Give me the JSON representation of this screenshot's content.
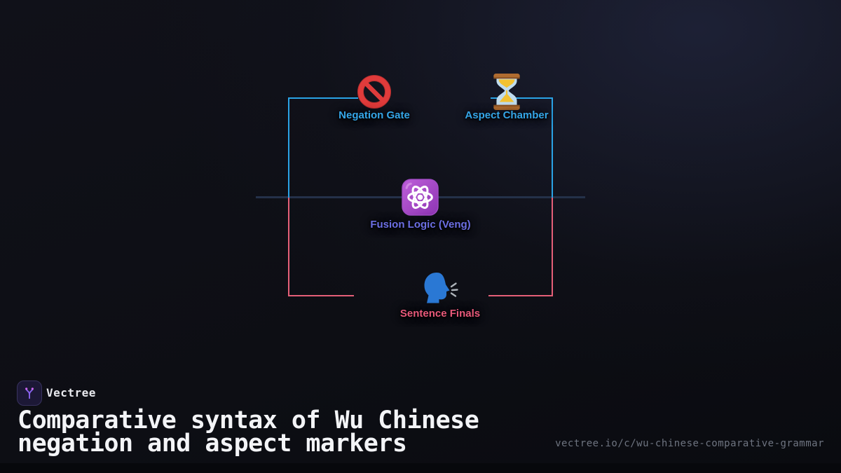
{
  "palette": {
    "background_base": "#0d0e14",
    "background_glow": "#2c3254",
    "edge_cyan": "#2aa3e6",
    "edge_pink": "#e55f78",
    "axis_line": "#243149",
    "label_cyan": "#35a6e8",
    "label_purple": "#6c6fe4",
    "label_pink": "#e8597a",
    "title_white": "#f3f4f7",
    "url_gray": "#6e7480"
  },
  "diagram": {
    "nodes": [
      {
        "label": "Negation Gate",
        "icon": "no-entry-icon",
        "color": "#35a6e8"
      },
      {
        "label": "Aspect Chamber",
        "icon": "hourglass-icon",
        "color": "#35a6e8"
      },
      {
        "label": "Fusion Logic (Veng)",
        "icon": "atom-icon",
        "color": "#6c6fe4"
      },
      {
        "label": "Sentence Finals",
        "icon": "speaking-head-icon",
        "color": "#e8597a"
      }
    ]
  },
  "footer": {
    "brand_name": "Vectree",
    "title": "Comparative syntax of Wu Chinese negation and aspect markers",
    "url": "vectree.io/c/wu-chinese-comparative-grammar"
  }
}
